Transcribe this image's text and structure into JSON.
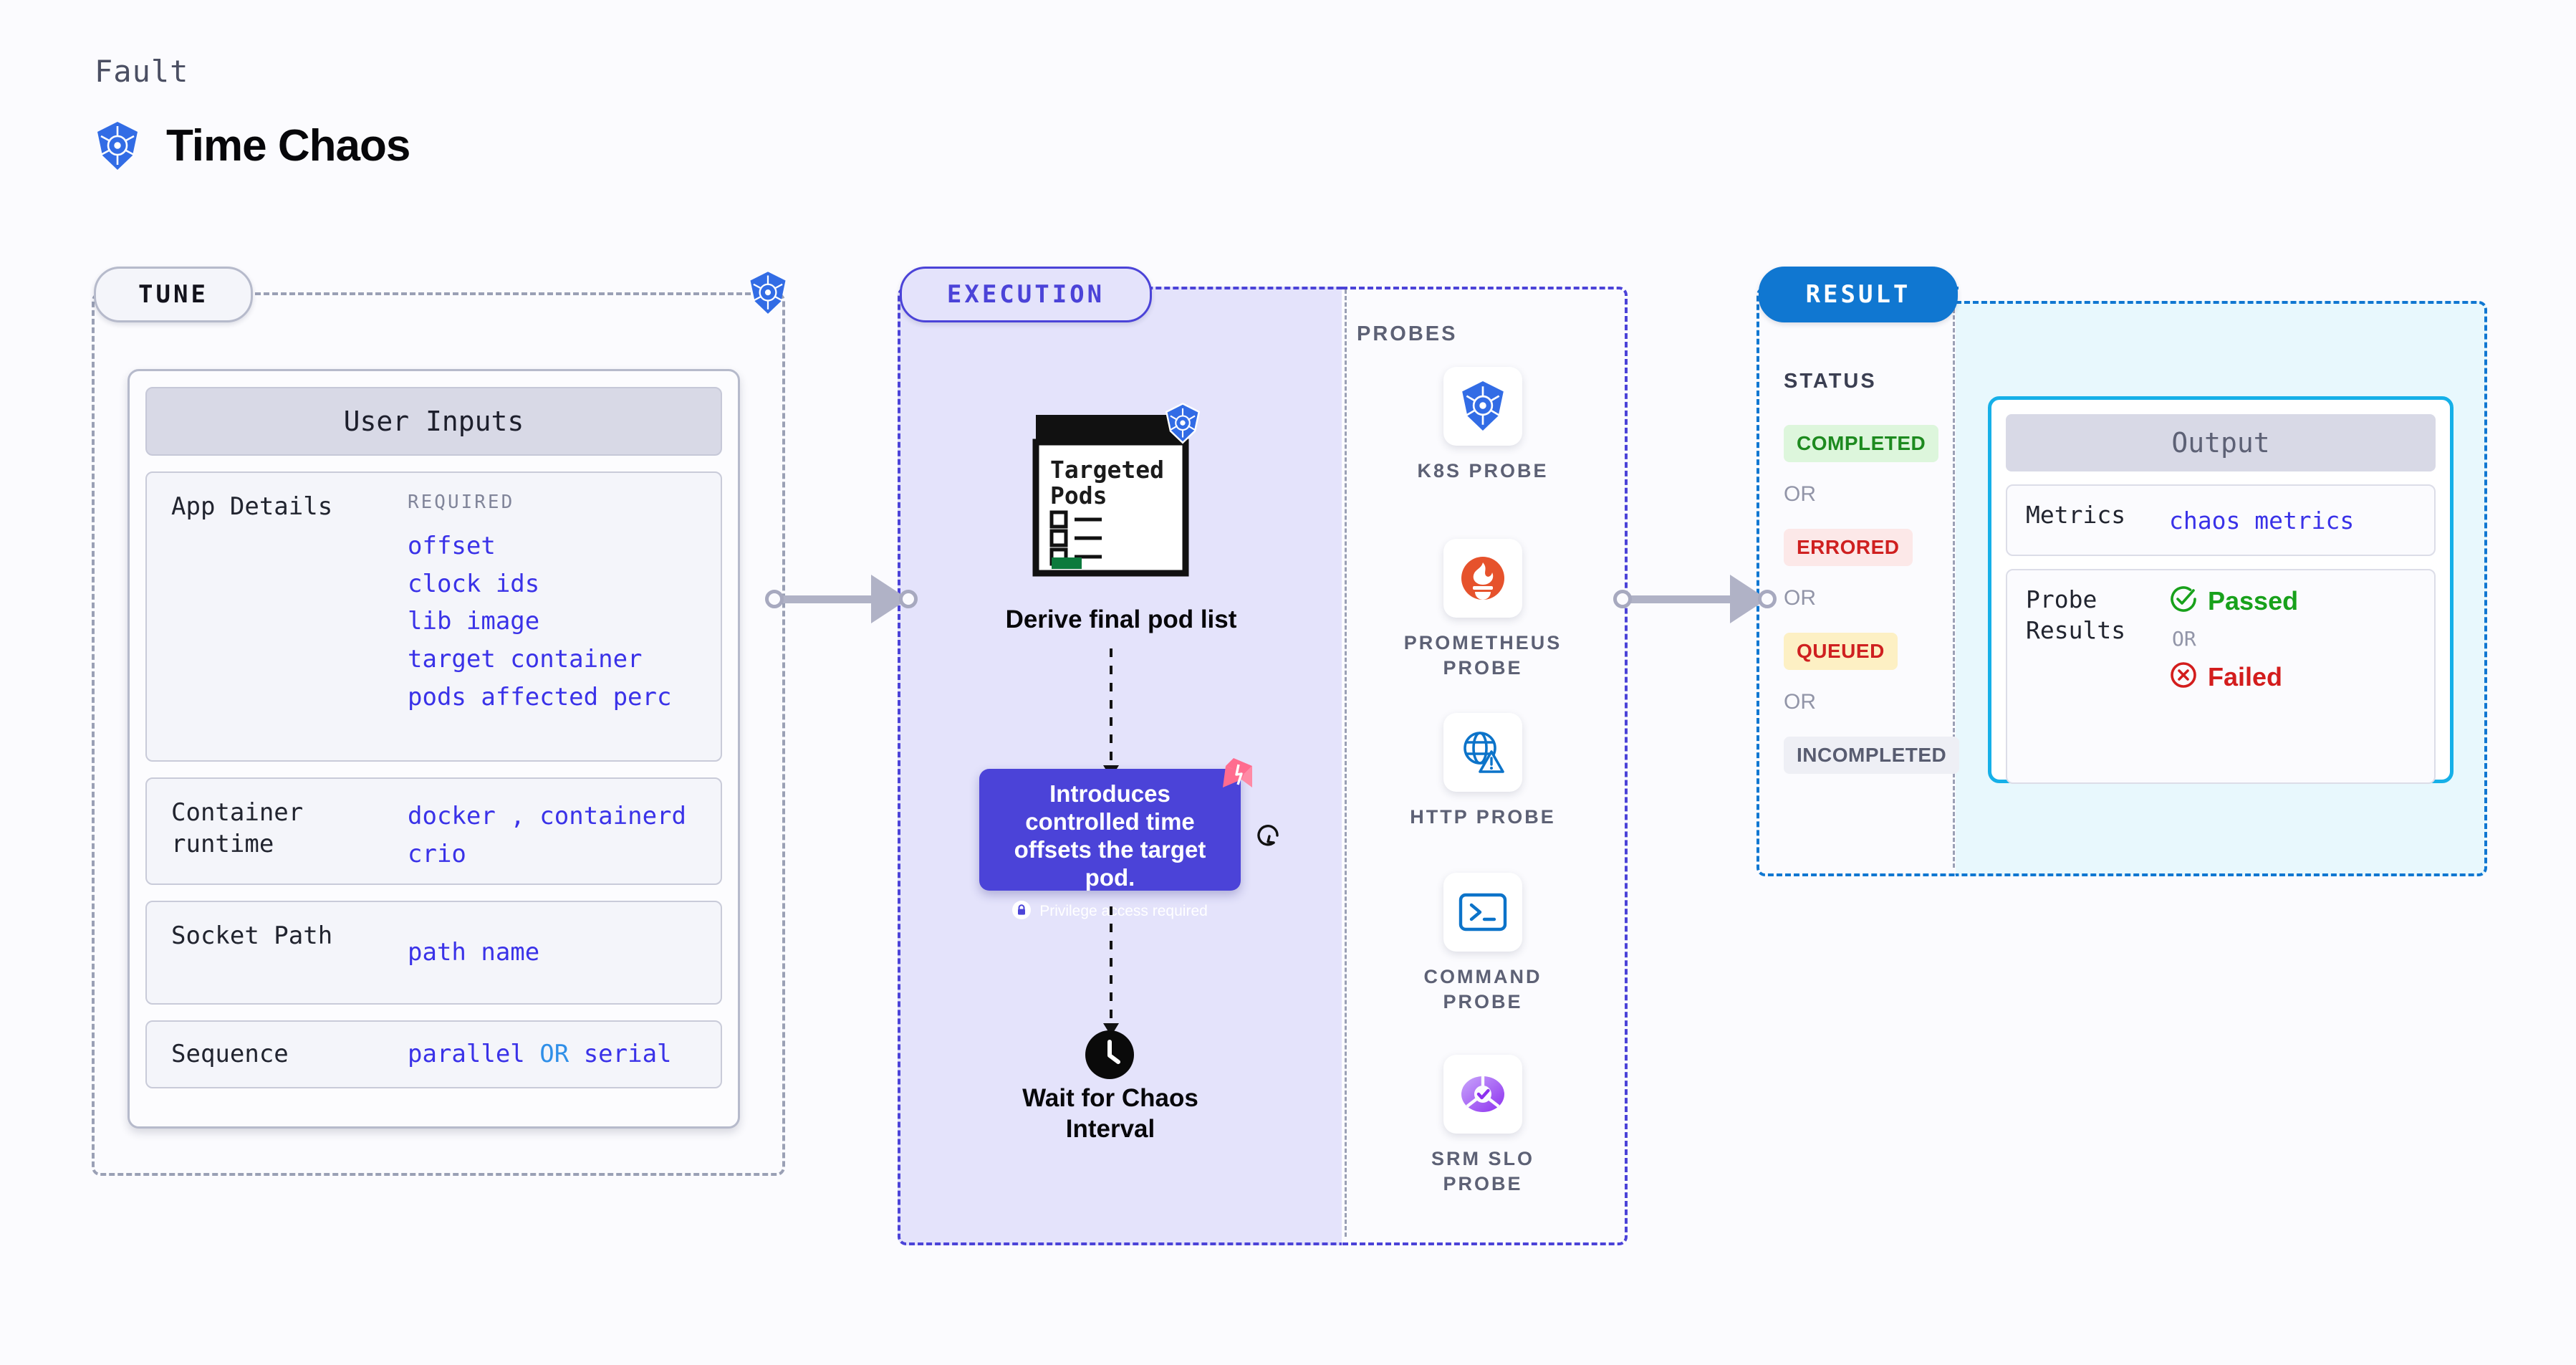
{
  "header": {
    "kicker": "Fault",
    "title": "Time Chaos",
    "icon": "kubernetes-icon"
  },
  "stages": {
    "tune": {
      "badge": "TUNE",
      "border_color": "#9aa0b5",
      "badge_icon": "kubernetes-icon"
    },
    "execution": {
      "badge": "EXECUTION",
      "border_color": "#4b43d8",
      "fill": "#e4e3fb"
    },
    "result": {
      "badge": "RESULT",
      "border_color": "#1077d1",
      "badge_bg": "#1077d1"
    }
  },
  "tune": {
    "card_title": "User Inputs",
    "rows": [
      {
        "key": "App Details",
        "required_label": "REQUIRED",
        "values": [
          "offset",
          "clock ids",
          "lib image",
          "target container",
          "pods affected perc"
        ]
      },
      {
        "key": "Container runtime",
        "values_line1": [
          "docker",
          "containerd"
        ],
        "separator": ",",
        "values_line2": [
          "crio"
        ]
      },
      {
        "key": "Socket Path",
        "values": [
          "path name"
        ]
      },
      {
        "key": "Sequence",
        "values": [
          "parallel",
          "serial"
        ],
        "separator": "OR"
      }
    ]
  },
  "execution": {
    "doc_title_line1": "Targeted",
    "doc_title_line2": "Pods",
    "doc_icon": "kubernetes-icon",
    "step1_label": "Derive final pod list",
    "description": "Introduces controlled time offsets the target pod.",
    "privilege_note": "Privilege access required",
    "privilege_icon": "lock-icon",
    "corner_logo": "litmus-chaos-logo",
    "revert_icon": "revert-arrow-icon",
    "step2_label": "Wait for Chaos Interval",
    "step2_icon": "clock-icon"
  },
  "probes": {
    "title": "PROBES",
    "items": [
      {
        "label": "K8S PROBE",
        "icon": "kubernetes-icon"
      },
      {
        "label": "PROMETHEUS PROBE",
        "icon": "prometheus-icon"
      },
      {
        "label": "HTTP PROBE",
        "icon": "globe-warning-icon"
      },
      {
        "label": "COMMAND PROBE",
        "icon": "terminal-icon"
      },
      {
        "label": "SRM SLO PROBE",
        "icon": "srm-slo-donut-icon"
      }
    ]
  },
  "result": {
    "status_title": "STATUS",
    "or_label": "OR",
    "statuses": [
      {
        "label": "COMPLETED",
        "bg": "#ddf6dc",
        "color": "#1d8a1f"
      },
      {
        "label": "ERRORED",
        "bg": "#fce8e8",
        "color": "#cf2020"
      },
      {
        "label": "QUEUED",
        "bg": "#fdf0c4",
        "color": "#cf2020"
      },
      {
        "label": "INCOMPLETED",
        "bg": "#eeeff5",
        "color": "#585c70"
      }
    ],
    "output": {
      "title": "Output",
      "metrics_key": "Metrics",
      "metrics_value": "chaos metrics",
      "probe_key": "Probe Results",
      "passed_label": "Passed",
      "failed_label": "Failed",
      "or_label": "OR",
      "passed_icon": "check-circle-icon",
      "failed_icon": "x-circle-icon",
      "accent": "#16b0e8"
    }
  }
}
